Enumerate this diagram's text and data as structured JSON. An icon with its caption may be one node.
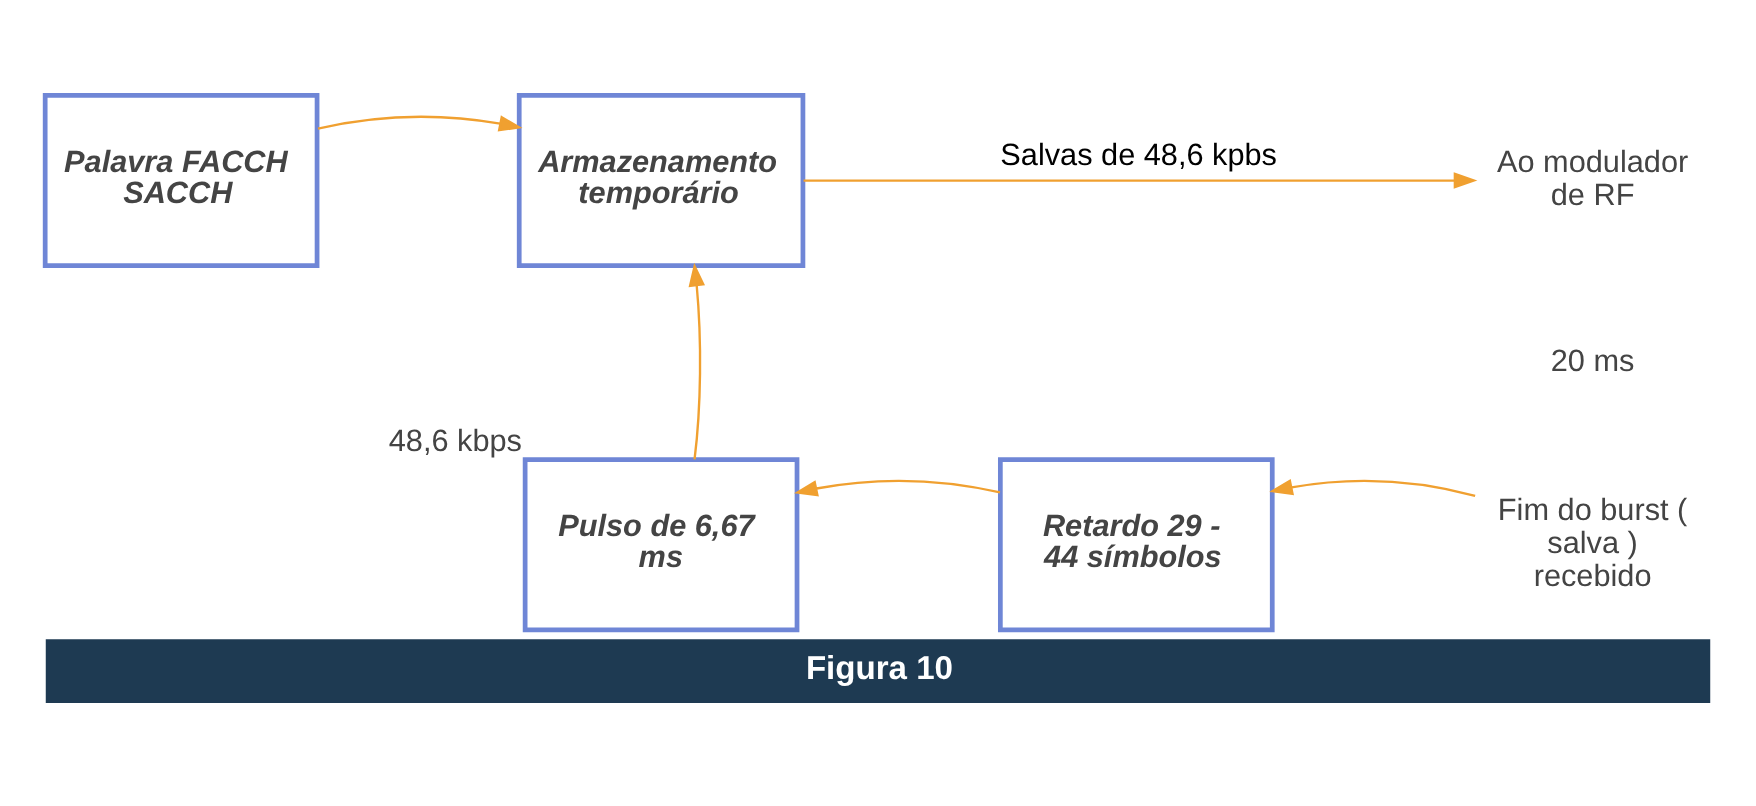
{
  "diagram": {
    "caption": "Figura 10",
    "nodes": [
      {
        "text": [
          "Palavra FACCH SACCH"
        ]
      },
      {
        "text": [
          "Armazenamento temporário"
        ]
      },
      {
        "text": [
          "Ao modulador de RF"
        ]
      },
      {
        "text": [
          "Pulso de 6,67 ms"
        ],
        "beside": [
          "48,6 kbps"
        ]
      },
      {
        "text": [
          "Retardo 29 - 44 símbolos"
        ]
      },
      {
        "text": [
          "Fim do burst ( salva ) recebido"
        ]
      }
    ],
    "edges": [
      {
        "from": 0,
        "to": 1,
        "arrow": "to"
      },
      {
        "from": 1,
        "to": 2,
        "arrow": "to",
        "label": "Salvas de 48,6 kpbs"
      },
      {
        "from": 3,
        "to": 1,
        "arrow": "to"
      },
      {
        "from": 4,
        "to": 3,
        "arrow": "to"
      },
      {
        "from": 5,
        "to": 4,
        "arrow": "to"
      }
    ],
    "labels": [
      "20 ms"
    ]
  }
}
